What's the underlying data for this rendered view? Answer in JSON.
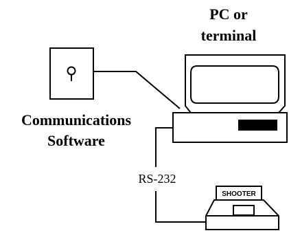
{
  "labels": {
    "pc_line1": "PC or",
    "pc_line2": "terminal",
    "software_line1": "Communications",
    "software_line2": "Software",
    "cable": "RS-232",
    "printer_panel": "SHOOTER"
  },
  "icons": {
    "software": "disk-keyhole-icon",
    "computer": "desktop-computer-icon",
    "printer": "shooter-printer-icon"
  }
}
